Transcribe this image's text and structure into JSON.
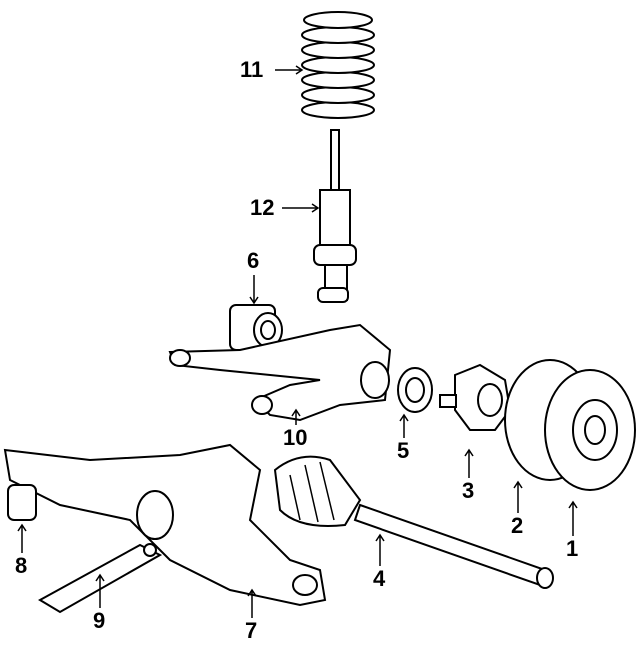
{
  "title": "Rear suspension parts diagram",
  "callouts": [
    {
      "number": "1",
      "part": "rotor"
    },
    {
      "number": "2",
      "part": "dust-shield"
    },
    {
      "number": "3",
      "part": "hub"
    },
    {
      "number": "4",
      "part": "axle-shaft"
    },
    {
      "number": "5",
      "part": "bearing"
    },
    {
      "number": "6",
      "part": "bushing"
    },
    {
      "number": "7",
      "part": "crossmember"
    },
    {
      "number": "8",
      "part": "mount"
    },
    {
      "number": "9",
      "part": "bracket"
    },
    {
      "number": "10",
      "part": "trailing-arm"
    },
    {
      "number": "11",
      "part": "coil-spring"
    },
    {
      "number": "12",
      "part": "strut"
    }
  ]
}
